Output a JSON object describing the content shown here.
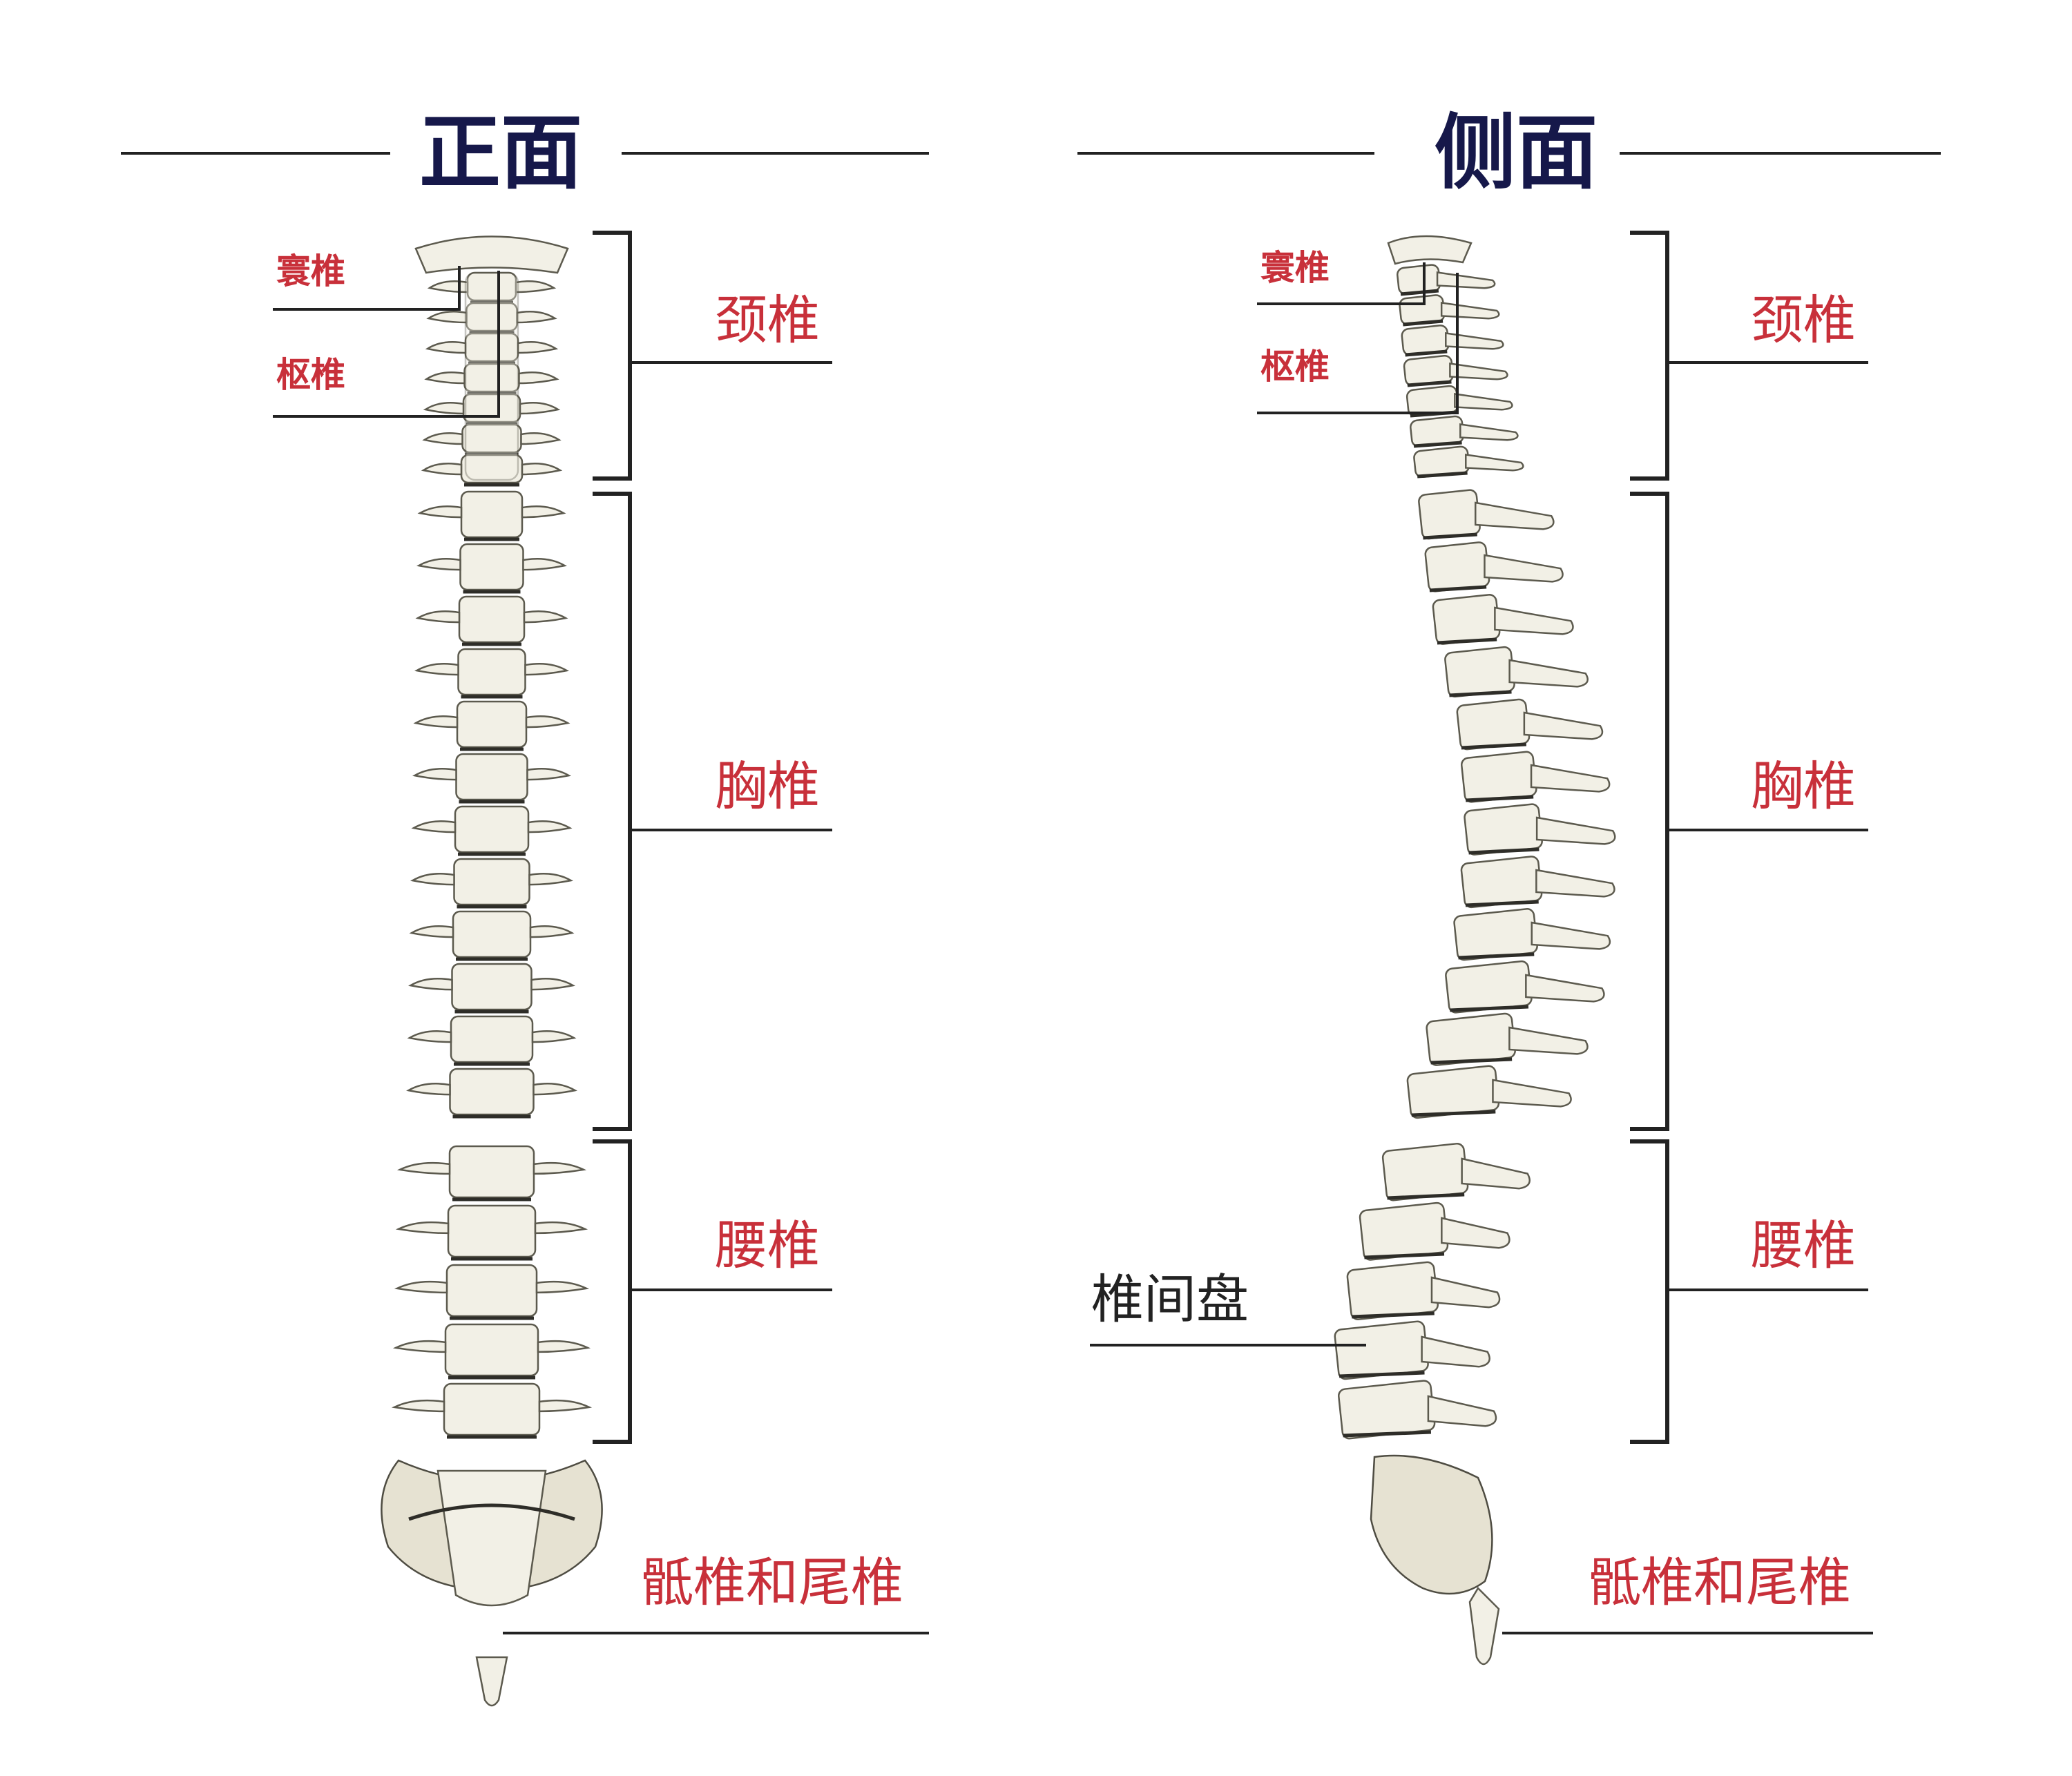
{
  "colors": {
    "label": "#c8303a",
    "title": "#16184a",
    "line": "#222222",
    "disc_label": "#222222"
  },
  "front": {
    "title": "正面",
    "atlas": "寰椎",
    "axis": "枢椎",
    "regions": {
      "cervical": "颈椎",
      "thoracic": "胸椎",
      "lumbar": "腰椎",
      "sacral": "骶椎和尾椎"
    }
  },
  "side": {
    "title": "侧面",
    "atlas": "寰椎",
    "axis": "枢椎",
    "disc": "椎间盘",
    "regions": {
      "cervical": "颈椎",
      "thoracic": "胸椎",
      "lumbar": "腰椎",
      "sacral": "骶椎和尾椎"
    }
  }
}
